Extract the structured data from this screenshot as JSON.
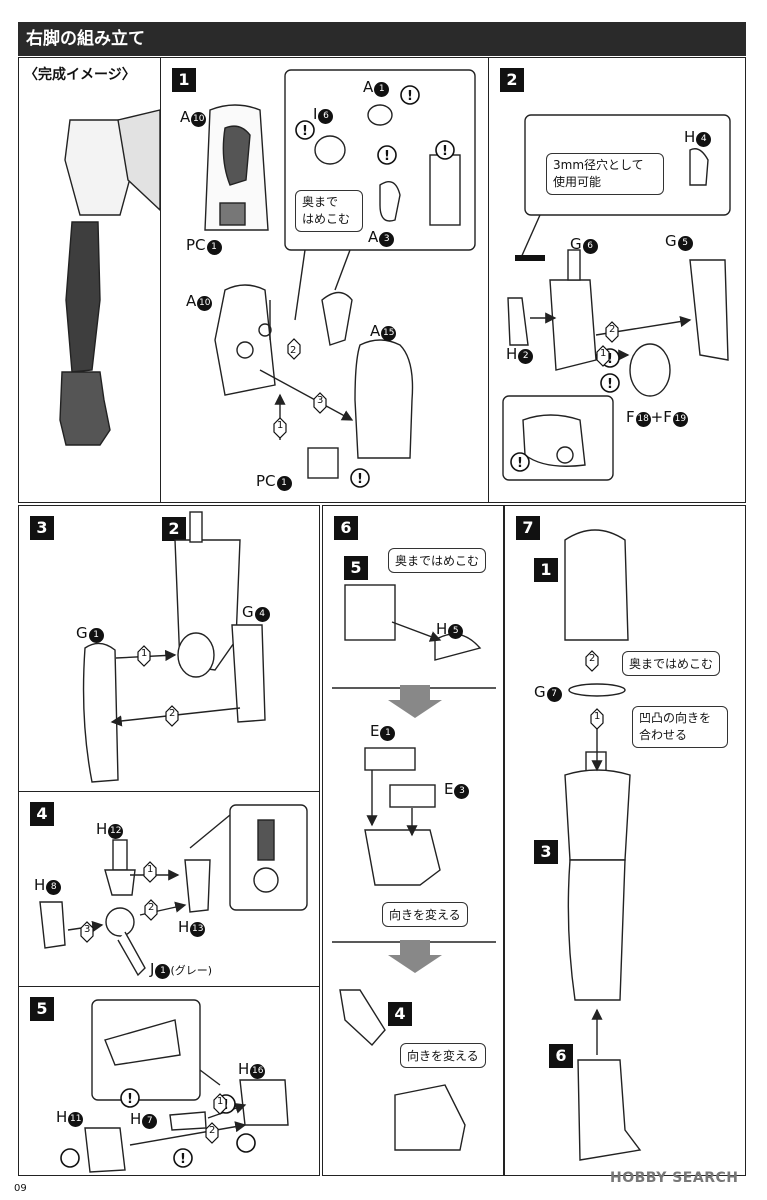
{
  "header": {
    "title": "右脚の組み立て"
  },
  "preview": {
    "label": "〈完成イメージ〉"
  },
  "steps": [
    "1",
    "2",
    "3",
    "4",
    "5",
    "6",
    "7"
  ],
  "parts": {
    "A": "A",
    "A_10": "10",
    "A_1": "1",
    "A_3": "3",
    "A_15": "15",
    "I": "I",
    "I_6": "6",
    "PC": "PC",
    "PC_1": "1",
    "H": "H",
    "H_4": "4",
    "H_2": "2",
    "H_5": "5",
    "H_12": "12",
    "H_8": "8",
    "H_13": "13",
    "H_11": "11",
    "H_7": "7",
    "H_16": "16",
    "G": "G",
    "G_6": "6",
    "G_5": "5",
    "G_1": "1",
    "G_4": "4",
    "G_7": "7",
    "F": "F",
    "F_18": "18",
    "F_19": "19",
    "E": "E",
    "E_1": "1",
    "E_3": "3",
    "J": "J",
    "J_1": "1",
    "J_note": "(グレー)"
  },
  "order_marks": [
    "1",
    "2",
    "3"
  ],
  "notes": {
    "push_in_short": "奥まで\nはめこむ",
    "push_in_long": "奥まではめこむ",
    "hole_3mm": "3mm径穴として\n使用可能",
    "orientation_turn": "向きを変える",
    "align_bumps": "凹凸の向きを\n合わせる",
    "plus": "+"
  },
  "footer": {
    "page_number": "09",
    "watermark": "HOBBY SEARCH"
  }
}
